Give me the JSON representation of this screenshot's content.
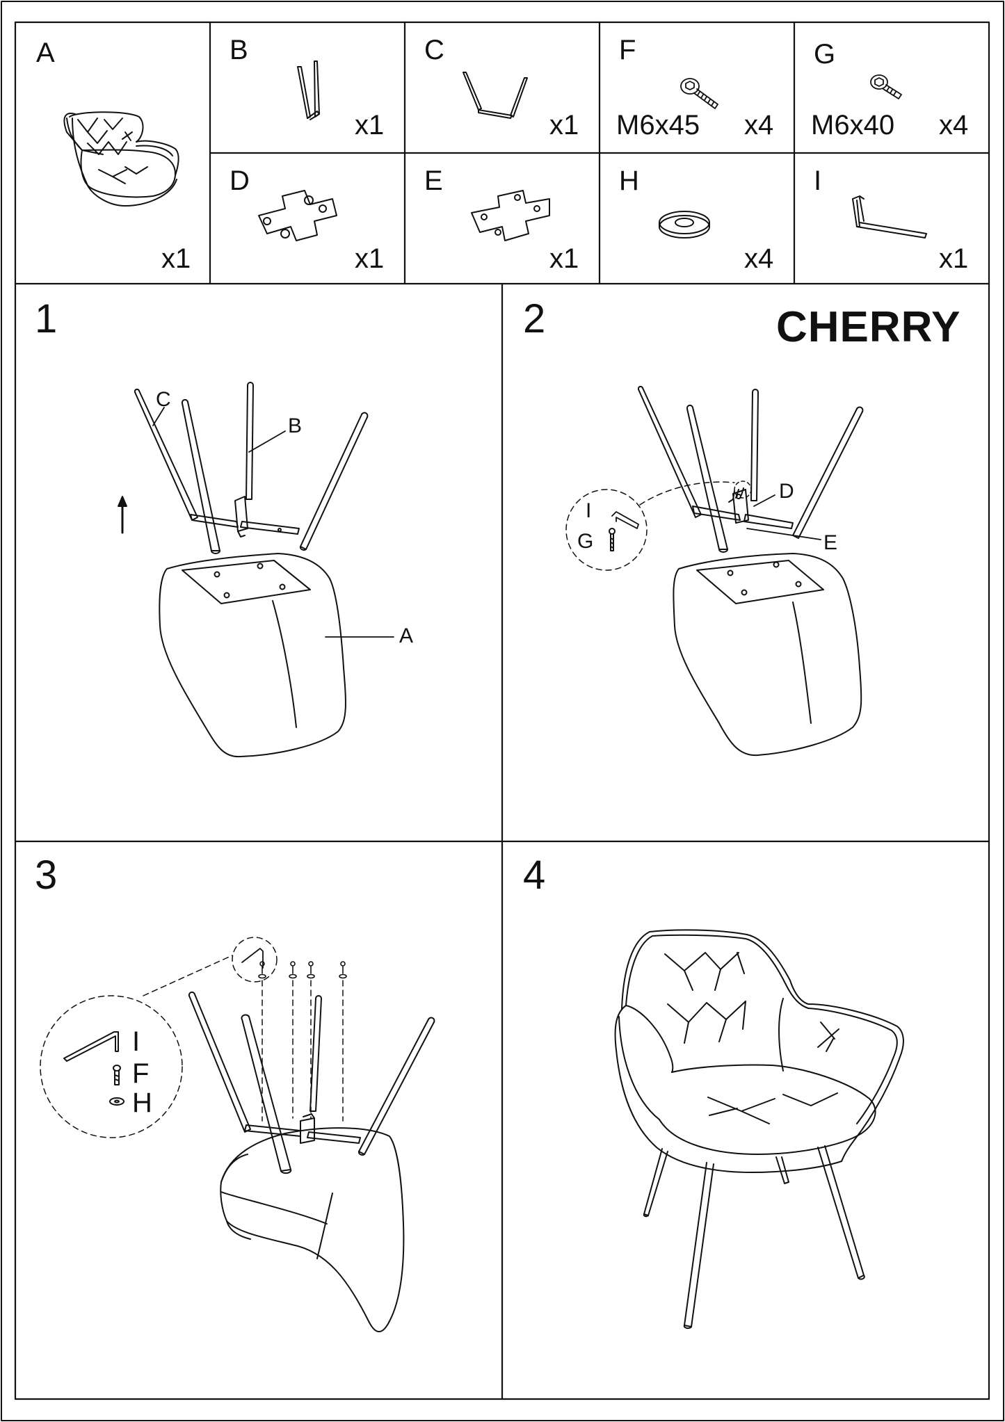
{
  "parts": [
    {
      "letter": "A",
      "qty": "x1"
    },
    {
      "letter": "B",
      "qty": "x1"
    },
    {
      "letter": "C",
      "qty": "x1"
    },
    {
      "letter": "F",
      "size": "M6x45",
      "qty": "x4"
    },
    {
      "letter": "G",
      "size": "M6x40",
      "qty": "x4"
    },
    {
      "letter": "D",
      "qty": "x1"
    },
    {
      "letter": "E",
      "qty": "x1"
    },
    {
      "letter": "H",
      "qty": "x4"
    },
    {
      "letter": "I",
      "qty": "x1"
    }
  ],
  "title": "CHERRY",
  "steps": [
    {
      "number": "1",
      "callouts": [
        "C",
        "B",
        "A"
      ]
    },
    {
      "number": "2",
      "callouts": [
        "D",
        "E",
        "I",
        "G"
      ]
    },
    {
      "number": "3",
      "callouts": [
        "I",
        "F",
        "H"
      ]
    },
    {
      "number": "4"
    }
  ]
}
